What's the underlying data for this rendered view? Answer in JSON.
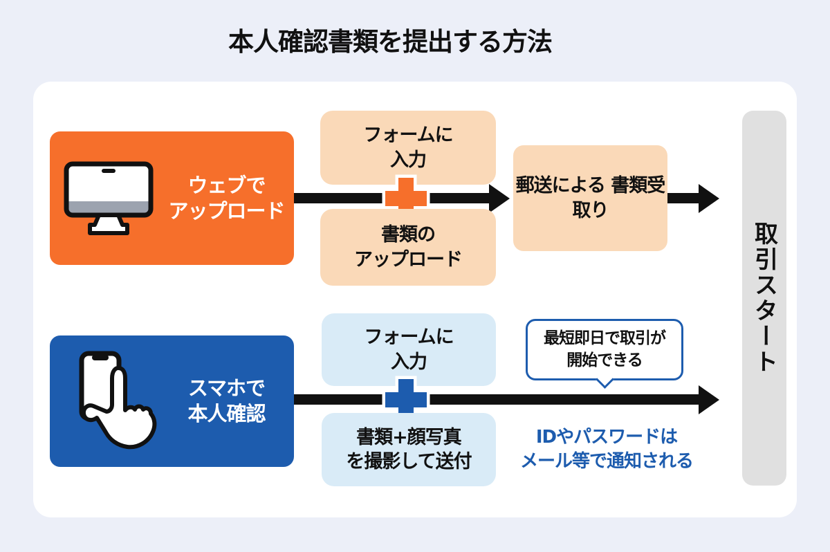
{
  "title": "本人確認書類を提出する方法",
  "colors": {
    "background": "#ECEFF8",
    "card": "#FFFFFF",
    "accent_orange": "#F66F2B",
    "accent_blue": "#1D5CAE",
    "peach": "#FAD9B8",
    "light_blue": "#D9EBF7",
    "gray_bar": "#E0E0E0",
    "arrow_black": "#111111"
  },
  "icons": {
    "web_source": "desktop-monitor-icon",
    "smartphone_source": "smartphone-tap-icon",
    "combine": "plus-icon"
  },
  "web_flow": {
    "source": {
      "line1": "ウェブで",
      "line2": "アップロード"
    },
    "step_top": {
      "line1": "フォームに",
      "line2": "入力"
    },
    "step_bottom": {
      "line1": "書類の",
      "line2": "アップロード"
    },
    "result": {
      "line1": "郵送による",
      "line2": "書類受取り"
    }
  },
  "smartphone_flow": {
    "source": {
      "line1": "スマホで",
      "line2": "本人確認"
    },
    "step_top": {
      "line1": "フォームに",
      "line2": "入力"
    },
    "step_bottom": {
      "line1": "書類+顔写真",
      "line2": "を撮影して送付"
    },
    "callout": {
      "line1": "最短即日で取引が",
      "line2": "開始できる"
    },
    "note": {
      "line1": "IDやパスワードは",
      "line2": "メール等で通知される"
    }
  },
  "goal": {
    "label": "取引スタート"
  }
}
